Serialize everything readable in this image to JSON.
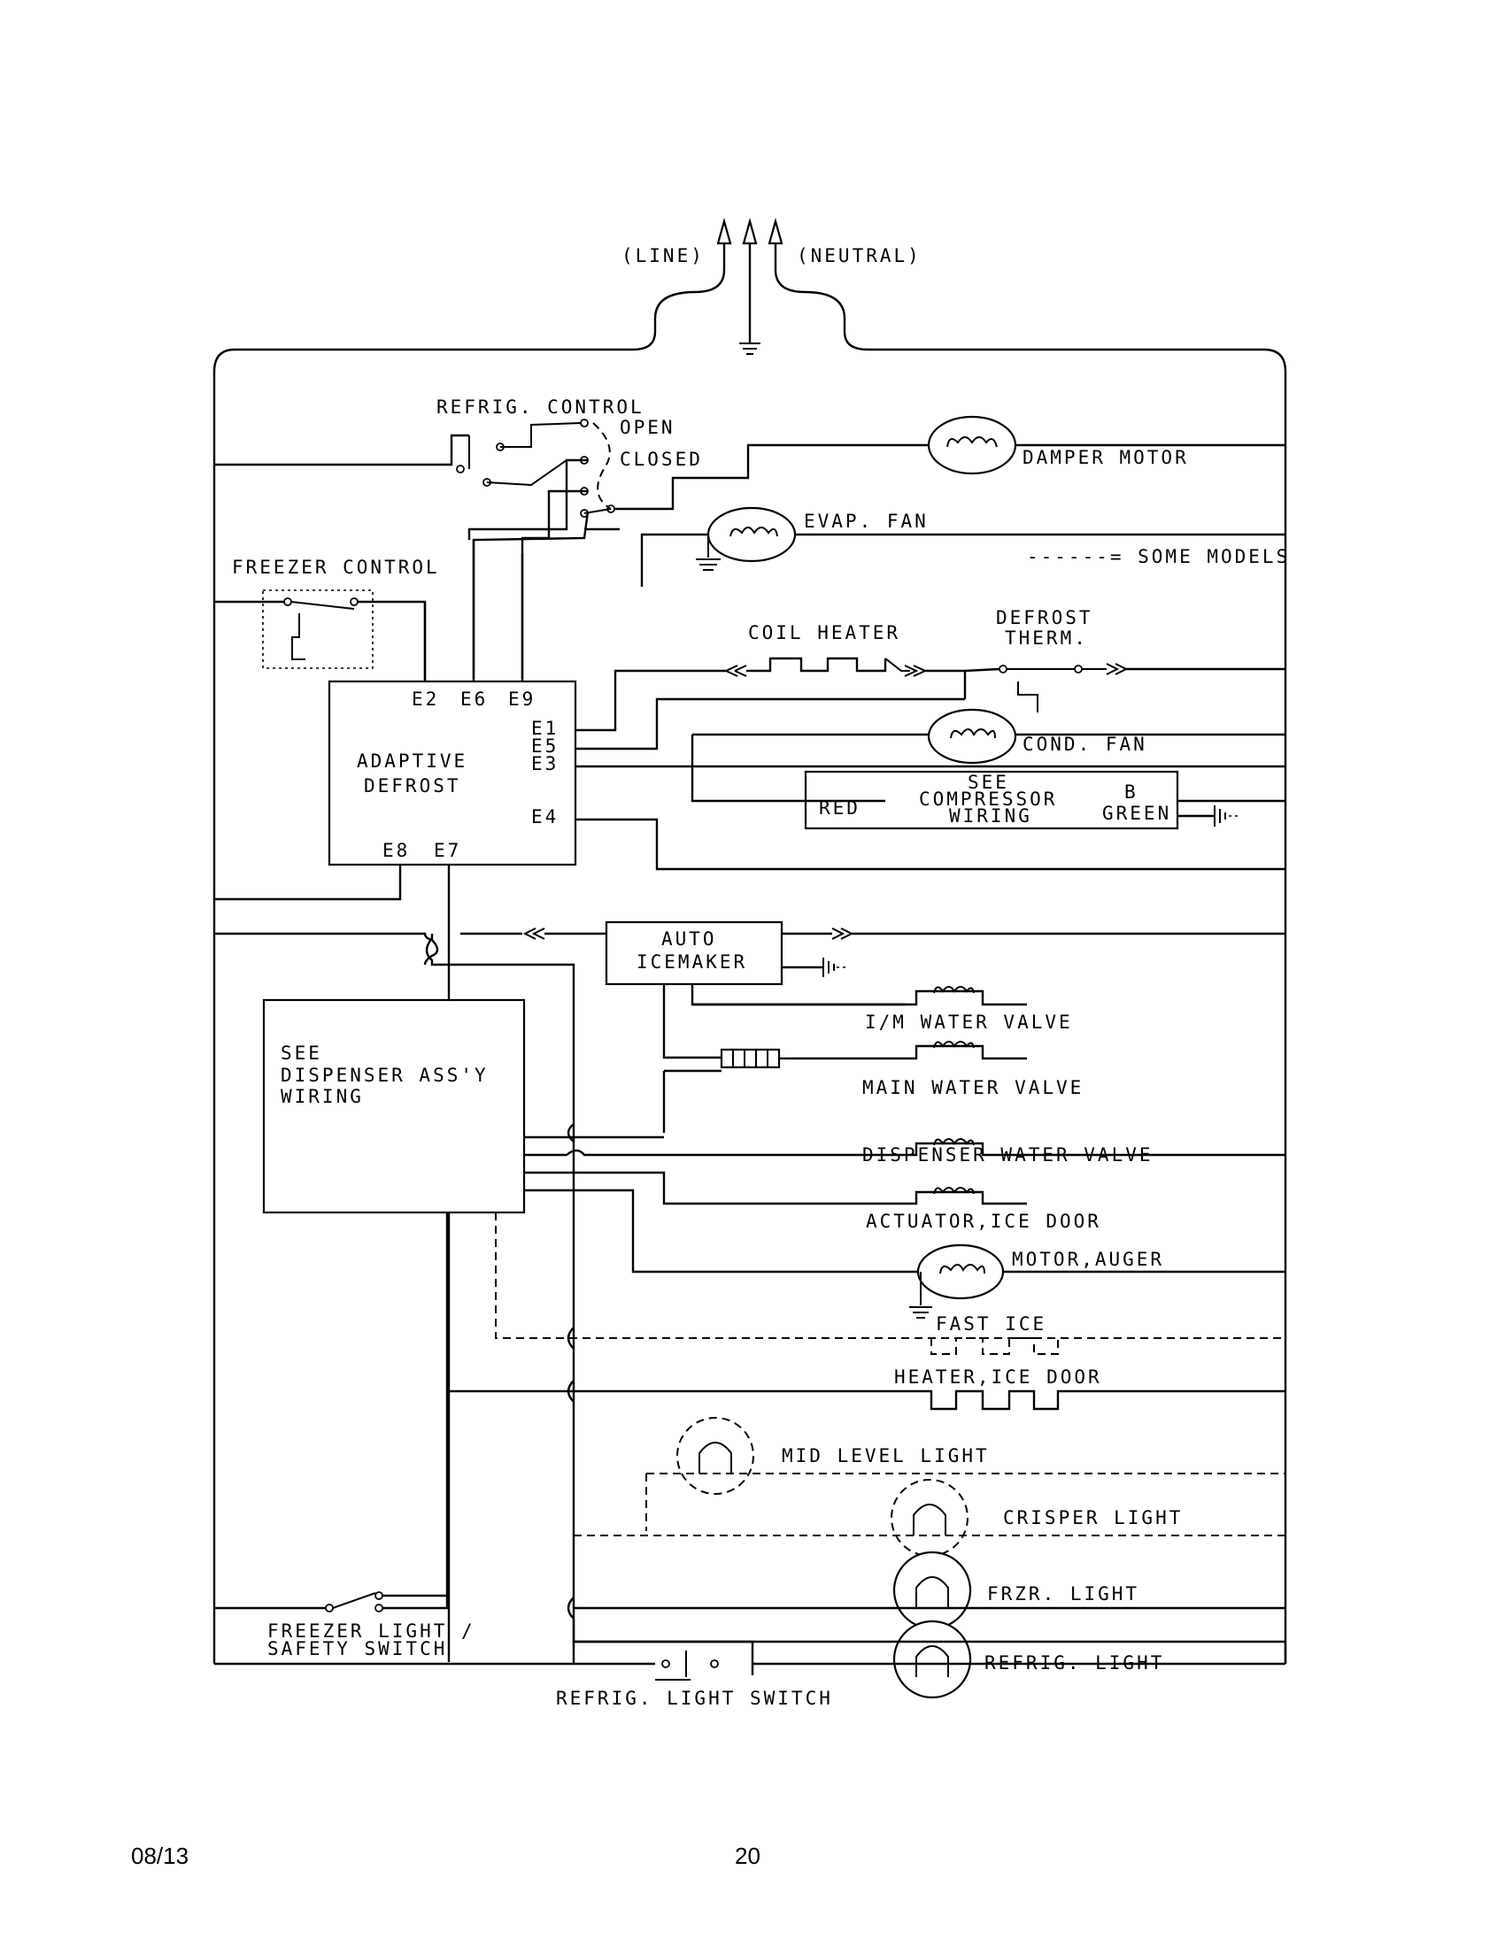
{
  "supply": {
    "line": "(LINE)",
    "neutral": "(NEUTRAL)"
  },
  "labels": {
    "refrig_control": "REFRIG. CONTROL",
    "open": "OPEN",
    "closed": "CLOSED",
    "damper_motor": "DAMPER MOTOR",
    "evap_fan": "EVAP. FAN",
    "some_models": "------= SOME MODELS",
    "freezer_control": "FREEZER CONTROL",
    "coil_heater": "COIL HEATER",
    "defrost": "DEFROST",
    "therm": "THERM.",
    "adaptive": "ADAPTIVE",
    "defrost_board": "DEFROST",
    "e2": "E2",
    "e6": "E6",
    "e9": "E9",
    "e1": "E1",
    "e5": "E5",
    "e3": "E3",
    "e4": "E4",
    "e8": "E8",
    "e7": "E7",
    "cond_fan": "COND. FAN",
    "see": "SEE",
    "compressor": "COMPRESSOR",
    "wiring": "WIRING",
    "red": "RED",
    "b": "B",
    "green": "GREEN",
    "auto": "AUTO",
    "icemaker": "ICEMAKER",
    "im_water_valve": "I/M WATER VALVE",
    "main_water_valve": "MAIN WATER VALVE",
    "dispenser_water_valve": "DISPENSER WATER VALVE",
    "actuator_ice_door": "ACTUATOR,ICE DOOR",
    "motor_auger": "MOTOR,AUGER",
    "fast_ice": "FAST ICE",
    "heater_ice_door": "HEATER,ICE DOOR",
    "mid_level_light": "MID LEVEL LIGHT",
    "crisper_light": "CRISPER LIGHT",
    "frzr_light": "FRZR. LIGHT",
    "refrig_light": "REFRIG. LIGHT",
    "see_dispenser": "SEE",
    "dispenser_assy": "DISPENSER ASS'Y",
    "dispenser_wiring": "WIRING",
    "freezer_light": "FREEZER LIGHT /",
    "safety_switch": "SAFETY SWITCH",
    "refrig_light_switch": "REFRIG. LIGHT SWITCH"
  },
  "footer": {
    "date": "08/13",
    "page": "20"
  }
}
